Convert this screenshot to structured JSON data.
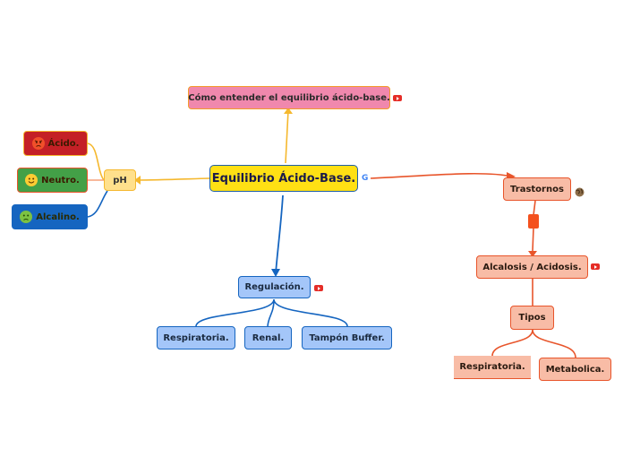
{
  "central": {
    "label": "Equilibrio Ácido-Base.",
    "link_icon": "google-icon"
  },
  "top_node": {
    "label": "Cómo entender el equilibrio ácido-base.",
    "link_icon": "youtube-icon"
  },
  "ph": {
    "label": "pH",
    "children": [
      {
        "label": "Ácido.",
        "icon": "angry-face-icon"
      },
      {
        "label": "Neutro.",
        "icon": "smiling-face-icon"
      },
      {
        "label": "Alcalino.",
        "icon": "nauseated-face-icon"
      }
    ]
  },
  "regulacion": {
    "label": "Regulación.",
    "link_icon": "youtube-icon",
    "children": [
      {
        "label": "Respiratoria."
      },
      {
        "label": "Renal."
      },
      {
        "label": "Tampón Buffer."
      }
    ]
  },
  "trastornos": {
    "label": "Trastornos",
    "icon": "globe-icon",
    "sub": {
      "label": "Alcalosis / Acidosis.",
      "link_icon": "youtube-icon"
    },
    "tipos": {
      "label": "Tipos",
      "children": [
        {
          "label": "Respiratoria."
        },
        {
          "label": "Metabolica."
        }
      ]
    }
  },
  "colors": {
    "central": "#ffe014",
    "central_border": "#1f5fa8",
    "top": "#f088ad",
    "top_border": "#f39c2b",
    "ph": "#ffe08c",
    "ph_line": "#f5b82e",
    "acido": "#c42026",
    "neutro": "#43a047",
    "alcalino": "#1565c0",
    "reg": "#a4c6f9",
    "reg_border": "#1565c0",
    "trastornos": "#f8bca6",
    "trastornos_line": "#e8552b"
  }
}
